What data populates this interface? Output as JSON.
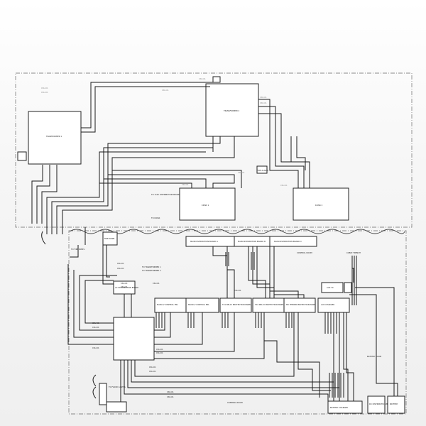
{
  "equipment": {
    "transformer_1": "TRANSFORMER 1",
    "transformer_2": "TRANSFORMER 2",
    "kiosk_1": "KIOSK 1",
    "kiosk_2": "KIOSK 2",
    "panel_a": "MAIN DISTRIBUTION BOARD A",
    "panel_b": "MAIN DISTRIBUTION BOARD B",
    "panel_c": "MAIN DISTRIBUTION BOARD C",
    "lv_pan_1": "MAIN LV CONTROL PNL",
    "lv_pan_2": "MAIN LV CONTROL PNL",
    "prot_1": "TX1 RELAY PROTECTION PANEL",
    "prot_2": "TX2 RELAY PROTECTION PANEL",
    "prot_3": "MV FEEDER PROTECTION PANEL",
    "prot_4": "AUX CHARGER",
    "aux_box": "AUX TX",
    "battery_box_1": "BATTERY CHARGER",
    "battery_box_2": "DC DISTRIBUTION BOARD",
    "battery_box_3": "BATTERY",
    "fire_panel": "FIRE PANEL",
    "ac_panel": "AC DISTRIBUTION BOARD"
  },
  "labels": {
    "room_1": "CONTROL ROOM",
    "room_2": "CABLE TRENCH",
    "room_3": "BATTERY ROOM",
    "to_transformer_2": "TO TRANSFORMER 2",
    "to_transformer_1": "TO TRANSFORMER 1",
    "to_dist_board": "TO 11kV DISTRIBUTION BOARD",
    "to_kiosk": "TO KIOSK",
    "to_fire_panel": "TO FIRE PANEL",
    "fire_alarm": "FIRE ALARM",
    "battery_room": "BATTERY ROOM",
    "to_flood": "TO FLOOD LIGHTS",
    "control_room": "CONTROL ROOM",
    "cable_id": "CSU-01"
  }
}
